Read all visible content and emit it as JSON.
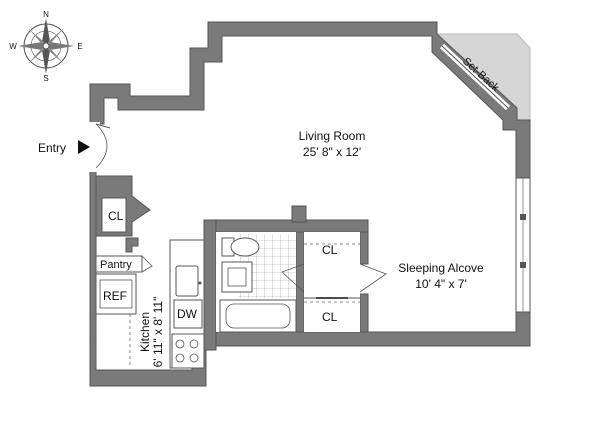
{
  "compass": {
    "n": "N",
    "s": "S",
    "e": "E",
    "w": "W"
  },
  "rooms": {
    "living": {
      "name": "Living Room",
      "dims": "25' 8\" x 12'"
    },
    "sleeping": {
      "name": "Sleeping Alcove",
      "dims": "10' 4\" x 7'"
    },
    "kitchen": {
      "name": "Kitchen",
      "dims": "6' 11\" x 8' 11\""
    },
    "setback": "Set-Back",
    "entry": "Entry",
    "pantry": "Pantry",
    "ref": "REF",
    "dw": "DW",
    "cl_entry": "CL",
    "cl_upper": "CL",
    "cl_lower": "CL"
  }
}
